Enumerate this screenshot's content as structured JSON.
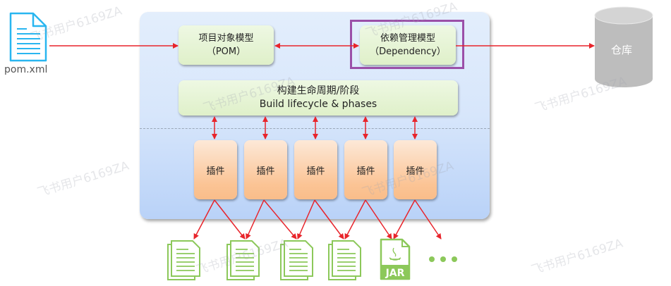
{
  "diagram": {
    "input_file": {
      "label": "pom.xml",
      "icon": "xml-document-icon"
    },
    "pom_model": {
      "line1": "项目对象模型",
      "line2": "（POM）"
    },
    "dependency_model": {
      "line1": "依赖管理模型",
      "line2": "（Dependency）",
      "highlighted": true
    },
    "repository": {
      "label": "仓库",
      "icon": "database-cylinder-icon"
    },
    "lifecycle": {
      "line1": "构建生命周期/阶段",
      "line2": "Build lifecycle & phases"
    },
    "plugins": [
      {
        "label": "插件"
      },
      {
        "label": "插件"
      },
      {
        "label": "插件"
      },
      {
        "label": "插件"
      },
      {
        "label": "插件"
      }
    ],
    "outputs": [
      {
        "type": "document-stack-icon"
      },
      {
        "type": "document-stack-icon"
      },
      {
        "type": "document-stack-icon"
      },
      {
        "type": "document-stack-icon"
      },
      {
        "type": "jar-file-icon",
        "label": "JAR"
      },
      {
        "type": "ellipsis-icon"
      }
    ],
    "watermark": "飞书用户6169ZA"
  },
  "colors": {
    "arrow": "#e8242b",
    "highlight_border": "#9b4fa8",
    "file_icon": "#29b6f0",
    "output_icon": "#8cc85a",
    "repository": "#bdbdbd"
  }
}
